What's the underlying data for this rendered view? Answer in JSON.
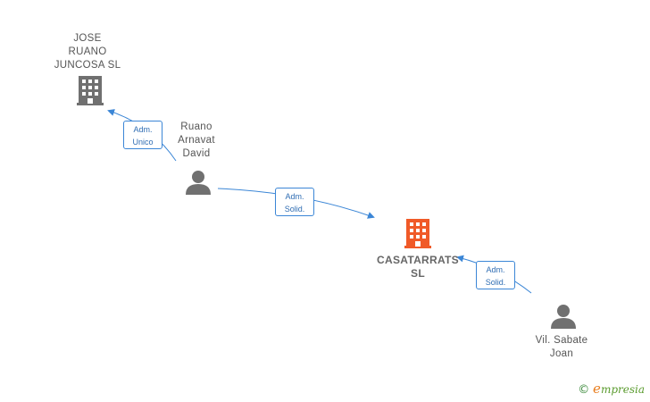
{
  "nodes": {
    "jose_ruano": {
      "label": "JOSE\nRUANO\nJUNCOSA SL",
      "type": "company",
      "color": "#707070"
    },
    "ruano_david": {
      "label": "Ruano\nArnavat\nDavid",
      "type": "person",
      "color": "#707070"
    },
    "casatarrats": {
      "label": "CASATARRATS\nSL",
      "type": "company",
      "color": "#f05a28"
    },
    "vil_sabate": {
      "label": "Vil.  Sabate\nJoan",
      "type": "person",
      "color": "#707070"
    }
  },
  "edges": {
    "e1": {
      "line1": "Adm.",
      "line2": "Unico"
    },
    "e2": {
      "line1": "Adm.",
      "line2": "Solid."
    },
    "e3": {
      "line1": "Adm.",
      "line2": "Solid."
    }
  },
  "edge_color": "#3b86d6",
  "brand": {
    "copyright": "©",
    "initial": "e",
    "name": "mpresia"
  }
}
